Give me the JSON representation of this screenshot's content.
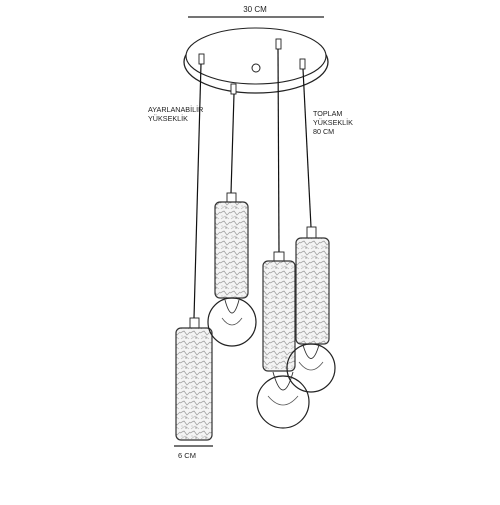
{
  "dimensions": {
    "width": "30 CM",
    "adjustable_height": [
      "AYARLANABİLİR",
      "YÜKSEKLİK"
    ],
    "total_height": [
      "TOPLAM",
      "YÜKSEKLİK",
      "80 CM"
    ],
    "shade_diameter": "6 CM"
  }
}
